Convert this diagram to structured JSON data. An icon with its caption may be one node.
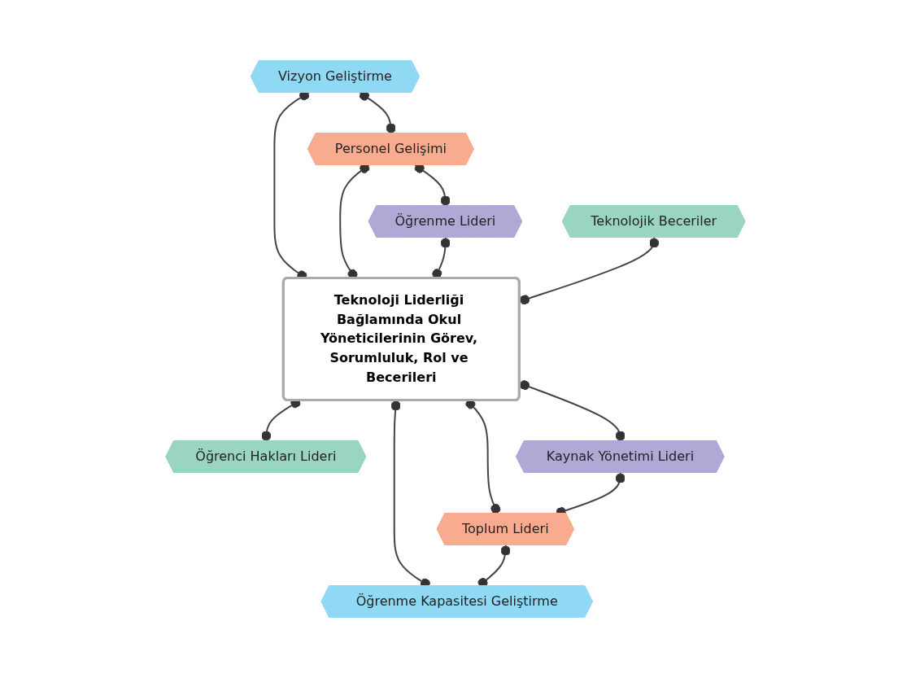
{
  "diagram": {
    "nodes": [
      {
        "text": [
          "Personel Gelişimi"
        ]
      },
      {
        "text": [
          "Vizyon Geliştirme"
        ]
      },
      {
        "text": [
          "Öğrenme Lideri"
        ]
      },
      {
        "text": [
          "Teknolojik Beceriler"
        ]
      },
      {
        "text": [
          "Teknoloji Liderliği Bağlamında Okul Yöneticilerinin Görev, Sorumluluk, Rol ve Becerileri"
        ]
      },
      {
        "text": [
          "Öğrenci Hakları Lideri"
        ]
      },
      {
        "text": [
          "Kaynak Yönetimi Lideri"
        ]
      },
      {
        "text": [
          "Öğrenme Kapasitesi Geliştirme"
        ]
      },
      {
        "text": [
          "Toplum Lideri"
        ]
      }
    ],
    "edges": [
      {
        "from": 1,
        "to": 0,
        "arrow": "other"
      },
      {
        "from": 0,
        "to": 2,
        "arrow": "other"
      },
      {
        "from": 1,
        "to": 4,
        "arrow": "other"
      },
      {
        "from": 0,
        "to": 4,
        "arrow": "other"
      },
      {
        "from": 2,
        "to": 4,
        "arrow": "other"
      },
      {
        "from": 3,
        "to": 4,
        "arrow": "other"
      },
      {
        "from": 4,
        "to": 5,
        "arrow": "other"
      },
      {
        "from": 4,
        "to": 6,
        "arrow": "other"
      },
      {
        "from": 4,
        "to": 8,
        "arrow": "other"
      },
      {
        "from": 4,
        "to": 7,
        "arrow": "other"
      },
      {
        "from": 6,
        "to": 8,
        "arrow": "other"
      },
      {
        "from": 8,
        "to": 7,
        "arrow": "other"
      }
    ]
  }
}
